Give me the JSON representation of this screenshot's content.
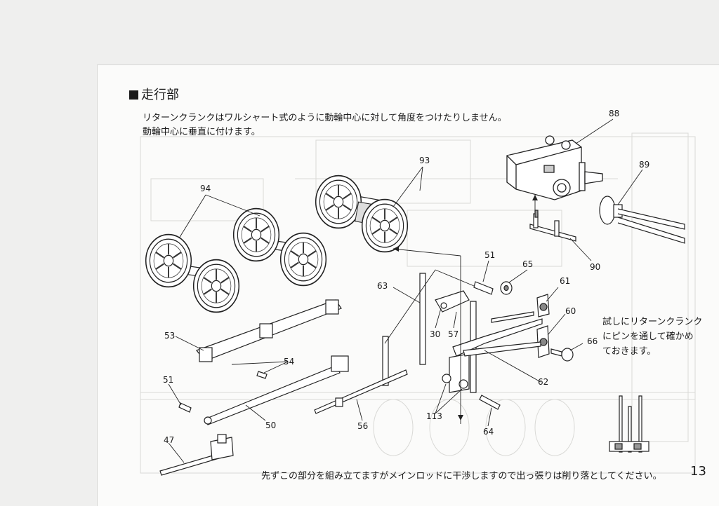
{
  "page": {
    "heading": "走行部",
    "intro_line1": "リターンクランクはワルシャート式のように動輪中心に対して角度をつけたりしません。",
    "intro_line2": "動輪中心に垂直に付けます。",
    "side_note_line1": "試しにリターンクランク",
    "side_note_line2": "にピンを通して確かめ",
    "side_note_line3": "ておきます。",
    "bottom_note": "先ずこの部分を組み立てますがメインロッドに干渉しますので出っ張りは削り落としてください。",
    "page_number": "13"
  },
  "part_labels": {
    "p88": "88",
    "p89": "89",
    "p90": "90",
    "p93": "93",
    "p94": "94",
    "p51a": "51",
    "p65": "65",
    "p63": "63",
    "p61": "61",
    "p60": "60",
    "p66": "66",
    "p30": "30",
    "p57": "57",
    "p53": "53",
    "p54": "54",
    "p62": "62",
    "p51b": "51",
    "p50": "50",
    "p56": "56",
    "p113": "113",
    "p64": "64",
    "p47": "47"
  }
}
